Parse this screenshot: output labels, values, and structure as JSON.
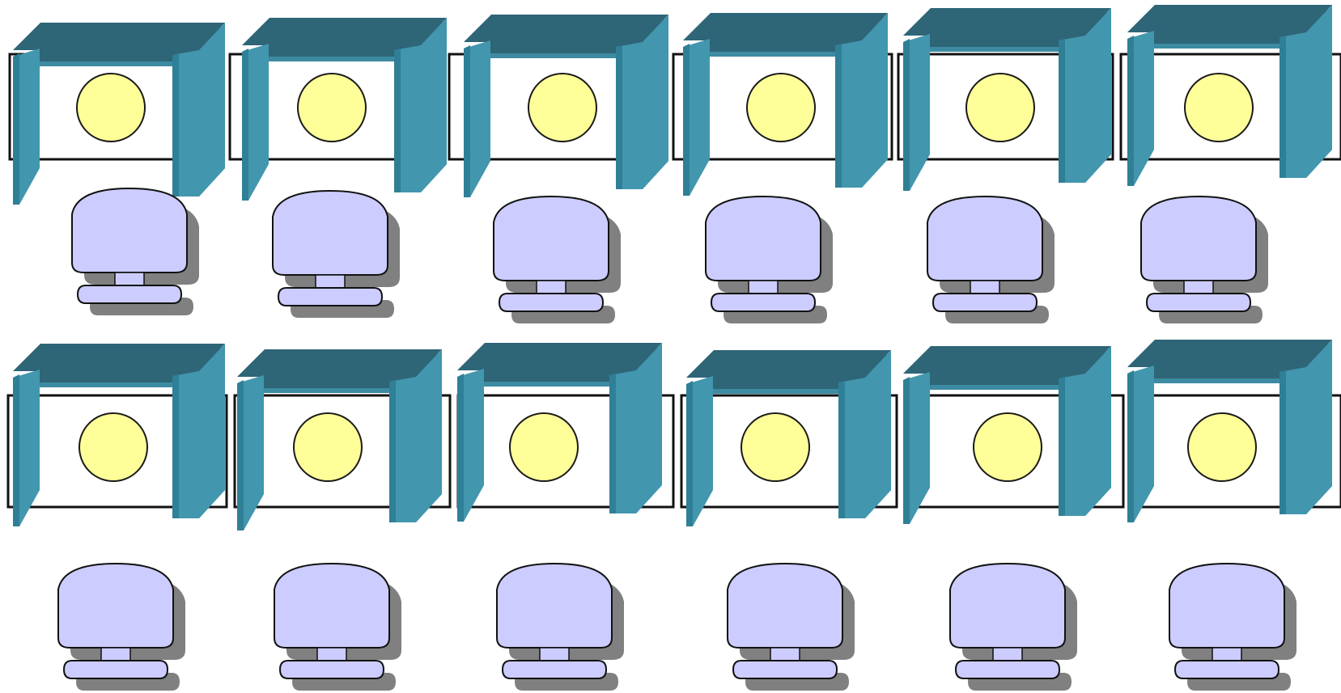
{
  "colors": {
    "background": "#ffffff",
    "booth_side": "#4296ae",
    "booth_side_edge": "#2f7f97",
    "booth_top": "#2e6577",
    "booth_top_inner": "#3c8ba2",
    "frame_stroke": "#111111",
    "frame_fill": "#ffffff",
    "lamp_fill": "#ffff99",
    "lamp_stroke": "#1a1a1a",
    "monitor_fill": "#ccccff",
    "monitor_stroke": "#111111",
    "shadow": "#808080"
  },
  "rows": [
    {
      "booth_count": 6,
      "workstation_count": 6,
      "icons": [
        "booth-icon",
        "light-icon",
        "computer-monitor-icon"
      ]
    },
    {
      "booth_count": 6,
      "workstation_count": 6,
      "icons": [
        "booth-icon",
        "light-icon",
        "computer-monitor-icon"
      ]
    }
  ]
}
